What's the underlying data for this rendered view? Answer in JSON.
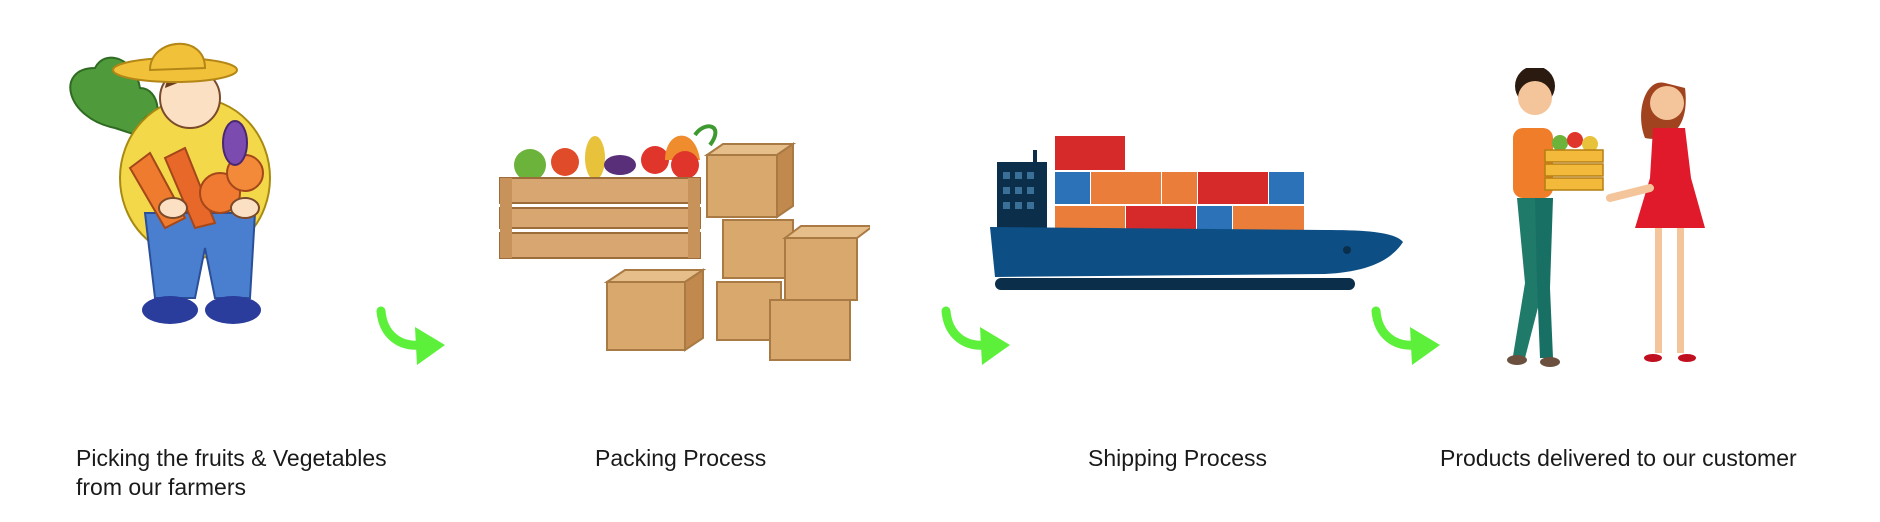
{
  "steps": [
    {
      "label": "Picking the fruits & Vegetables\nfrom our farmers",
      "icon": "farmer-with-vegetables-illustration"
    },
    {
      "label": "Packing Process",
      "icon": "vegetable-crate-and-boxes-illustration"
    },
    {
      "label": "Shipping Process",
      "icon": "cargo-ship-illustration"
    },
    {
      "label": "Products delivered to our customer",
      "icon": "customers-receiving-crate-illustration"
    }
  ],
  "connector_icon": "curved-arrow-icon",
  "colors": {
    "arrow": "#5cf03a",
    "ship_hull": "#0d4f85",
    "box": "#d9a86c",
    "container_red": "#d62a2a",
    "container_orange": "#ea7d3a",
    "container_blue": "#2c72b8"
  }
}
